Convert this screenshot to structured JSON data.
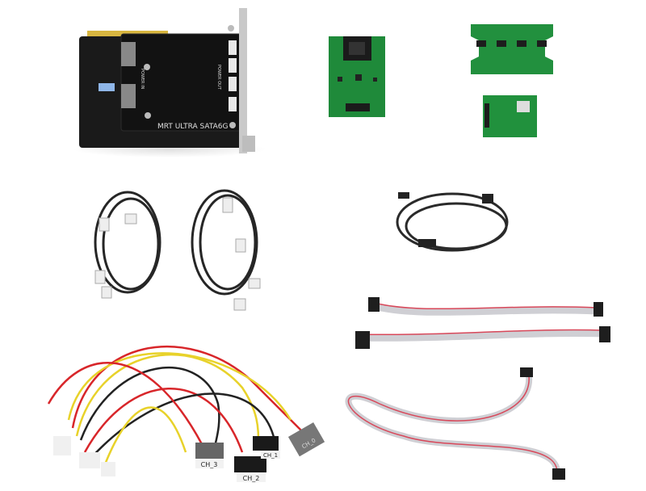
{
  "photo": {
    "subject": "",
    "board": {
      "label": "MRT ULTRA SATA6G",
      "power_in_label": "POWER IN",
      "power_out_label": "POWER OUT"
    },
    "power_cable_labels": [
      "CH_0",
      "CH_1",
      "CH_2",
      "CH_3"
    ],
    "colors": {
      "background": "#ffffff",
      "pcb_black": "#161616",
      "pcb_green": "#1f8a3a",
      "gold_contacts": "#d8b640",
      "cable_black": "#2a2a2a",
      "ribbon_grey": "#cfcfd4",
      "ribbon_red_stripe": "#d8485a",
      "wire_red": "#d8262a",
      "wire_yellow": "#e8d22a",
      "connector_grey": "#707070"
    }
  }
}
